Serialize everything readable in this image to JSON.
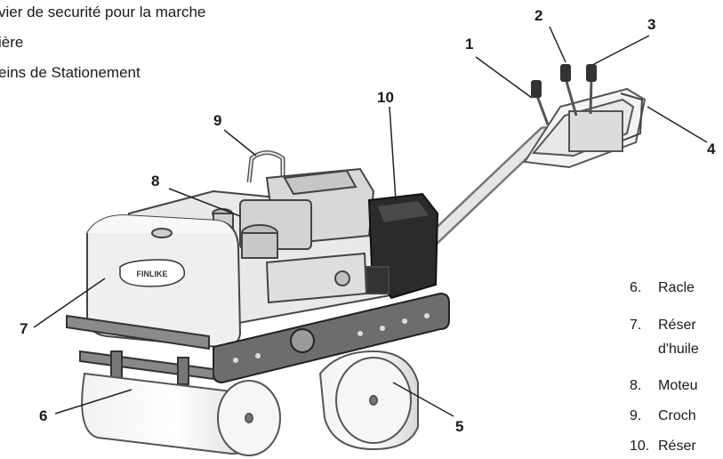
{
  "top_lines": [
    "vier de securité pour la marche",
    "ière",
    "eins de Stationement"
  ],
  "callouts": [
    "1",
    "2",
    "3",
    "4",
    "5",
    "6",
    "7",
    "8",
    "9",
    "10"
  ],
  "brand_plate": "FINLIKE",
  "legend": [
    {
      "num": "6.",
      "text": "Racle"
    },
    {
      "num": "7.",
      "text": "Réser"
    },
    {
      "num": "",
      "text": "d'huile"
    },
    {
      "num": "8.",
      "text": "Moteu"
    },
    {
      "num": "9.",
      "text": "Croch"
    },
    {
      "num": "10.",
      "text": "Réser"
    }
  ]
}
